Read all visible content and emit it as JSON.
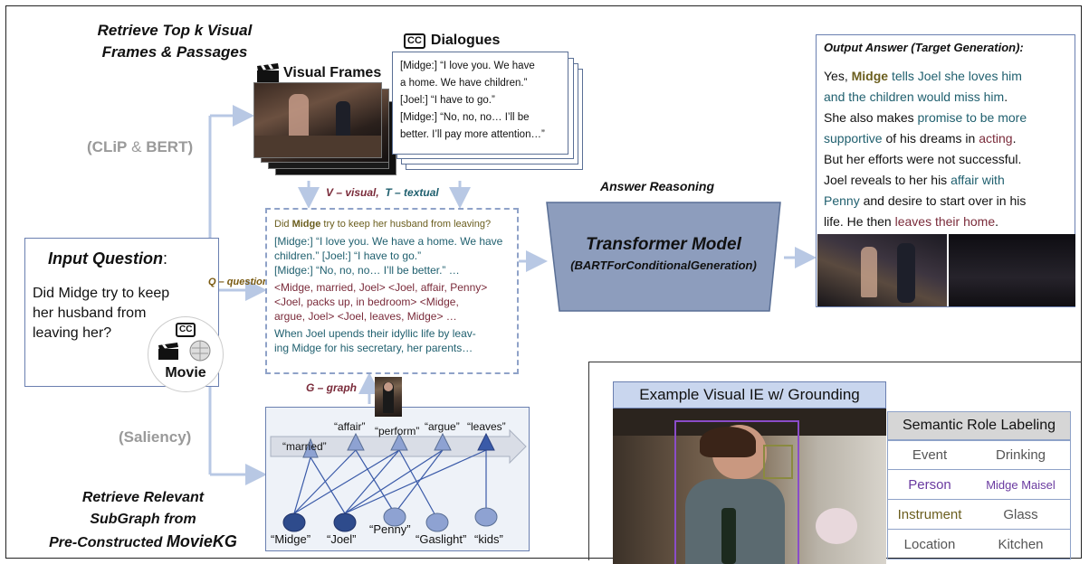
{
  "retrieve_top": {
    "line1": "Retrieve Top k Visual",
    "line2": "Frames & Passages"
  },
  "visual_frames": {
    "label": "Visual Frames"
  },
  "dialogues": {
    "label": "Dialogues",
    "lines": [
      "[Midge:] “I love you. We have",
      "a home. We have children.”",
      "[Joel:] “I have to go.”",
      "[Midge:] “No, no, no… I’ll be",
      "better. I’ll pay more attention…”"
    ]
  },
  "retrievers": {
    "clip_bert_a": "(CLiP",
    "clip_bert_amp": " & ",
    "clip_bert_b": "BERT)",
    "saliency": "(Saliency)"
  },
  "vt_label": {
    "v": "V – visual,",
    "t": "T – textual"
  },
  "q_label": "Q – question",
  "g_label": "G – graph",
  "input_question": {
    "title": "Input Question",
    "colon": ":",
    "lines": [
      "Did Midge try to keep",
      "her husband from",
      "leaving her?"
    ],
    "movie_label": "Movie",
    "cc_badge": "CC"
  },
  "context": {
    "q_prefix": "Did ",
    "q_bold": "Midge",
    "q_suffix": " try to keep her husband from leaving?",
    "dialog1": "[Midge:] “I love you. We have a home. We have children.” [Joel:] “I have to go.”",
    "dialog2": "[Midge:] “No, no, no… I’ll be better.” …",
    "triples1": "<Midge, married, Joel> <Joel, affair, Penny>",
    "triples2": "<Joel, packs up, in bedroom> <Midge,",
    "triples3": "argue, Joel> <Joel, leaves, Midge> …",
    "passage1": "When Joel upends their idyllic life by leav-",
    "passage2": "ing Midge for his secretary, her parents…"
  },
  "answer_reasoning": "Answer Reasoning",
  "model": {
    "name": "Transformer Model",
    "impl": "(BARTForConditionalGeneration)"
  },
  "output": {
    "title": "Output Answer (Target Generation):",
    "l1a": "Yes, ",
    "l1b": "Midge",
    "l1c": " tells Joel she loves him",
    "l2": "and the children would miss him",
    "l2b": ".",
    "l3": "She also makes ",
    "l3b": "promise to be more",
    "l4a": "supportive",
    "l4b": " of his dreams in ",
    "l4c": "acting",
    "l4d": ".",
    "l5": "But her efforts were not successful.",
    "l6": "Joel reveals to her his ",
    "l6b": "affair with",
    "l7a": "Penny",
    "l7b": " and desire to start over in his",
    "l8a": "life. He then ",
    "l8b": "leaves their home",
    "l8c": "."
  },
  "kg": {
    "events": [
      "“married”",
      "“affair”",
      "“perform”",
      "“argue”",
      "“leaves”"
    ],
    "entities": [
      "“Midge”",
      "“Joel”",
      "“Penny”",
      "“Gaslight”",
      "“kids”"
    ]
  },
  "retrieve_sub": {
    "line1": "Retrieve Relevant",
    "line2": "SubGraph from",
    "line3a": "Pre-Constructed ",
    "line3b": "MovieKG"
  },
  "visual_ie": {
    "title": "Example Visual IE w/ Grounding",
    "srl_title": "Semantic Role Labeling",
    "rows": [
      {
        "role": "Event",
        "value": "Drinking",
        "color": "#555555"
      },
      {
        "role": "Person",
        "value": "Midge Maisel",
        "color": "#6a3aa0"
      },
      {
        "role": "Instrument",
        "value": "Glass",
        "color": "#6b5e1e"
      },
      {
        "role": "Location",
        "value": "Kitchen",
        "color": "#555555"
      }
    ]
  },
  "colors": {
    "accent_blue": "#b8c8e4",
    "box_border": "#6a7fb0",
    "model_fill": "#8d9dbd",
    "teal": "#1f5f6e",
    "maroon": "#7a2b3a",
    "person_box": "#8a4cc8",
    "glass_box": "#8a8a40"
  },
  "icons": [
    "clapperboard-icon",
    "closed-caption-icon",
    "wikipedia-globe-icon"
  ]
}
